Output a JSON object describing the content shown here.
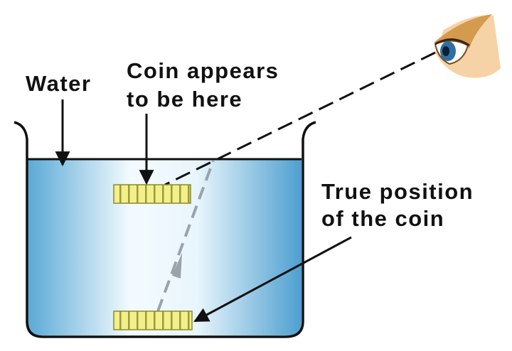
{
  "labels": {
    "water": "Water",
    "apparent_line1": "Coin appears",
    "apparent_line2": "to be here",
    "true_line1": "True position",
    "true_line2": "of the coin"
  },
  "colors": {
    "water_edge": "#5aa9d6",
    "water_center": "#f4fbff",
    "beaker_outline": "#111111",
    "coin_fill": "#f3ef8a",
    "coin_stroke": "#8a8a2e",
    "sight_line": "#111111",
    "refracted_ray": "#9aa3ad",
    "skin": "#f6d3a6",
    "eyelid": "#d49a4e",
    "iris": "#2f6fa3"
  },
  "icons": {
    "eye": "eye-icon"
  }
}
